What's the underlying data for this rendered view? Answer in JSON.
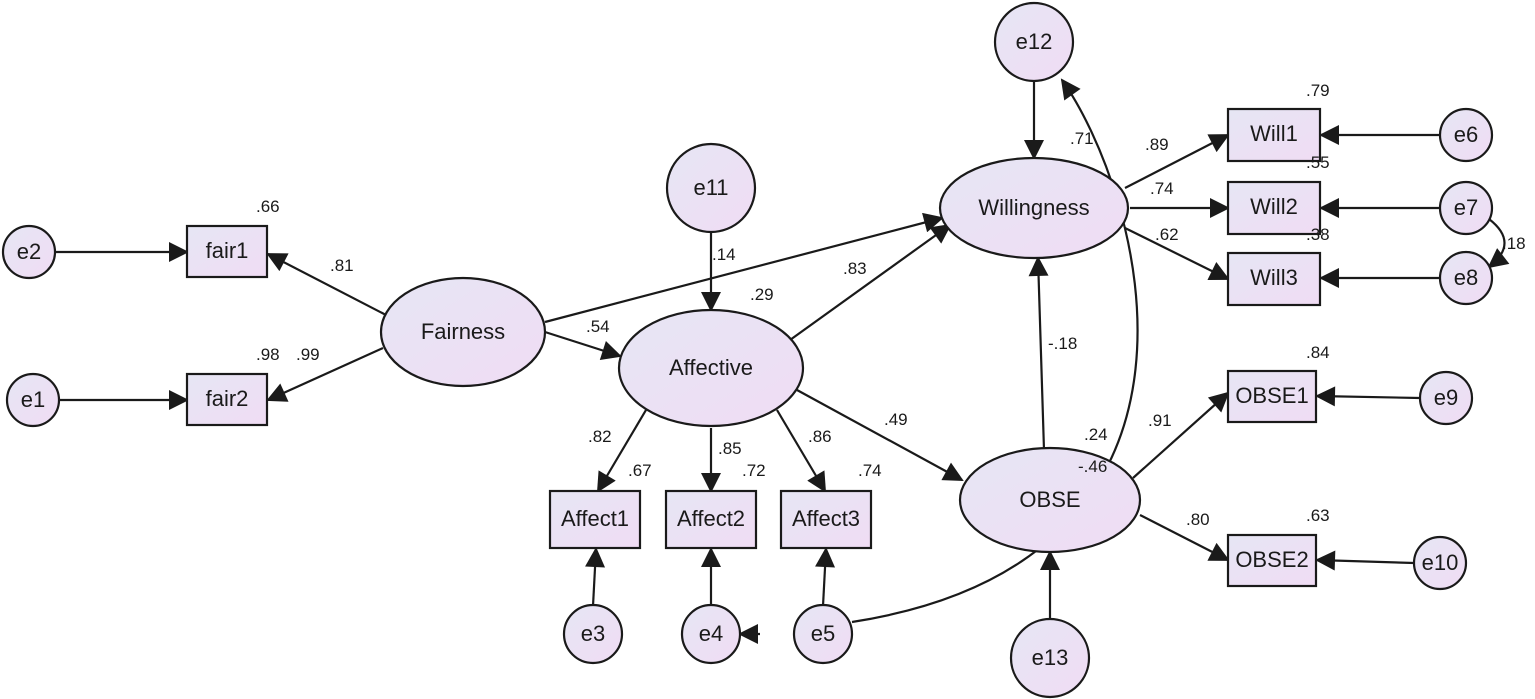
{
  "gradient": {
    "from": "#e6e6f4",
    "to": "#f0dcf4"
  },
  "stroke": "#1a1a1a",
  "latent": {
    "fairness": "Fairness",
    "affective": "Affective",
    "willingness": "Willingness",
    "obse": "OBSE"
  },
  "observed": {
    "fair1": "fair1",
    "fair2": "fair2",
    "affect1": "Affect1",
    "affect2": "Affect2",
    "affect3": "Affect3",
    "will1": "Will1",
    "will2": "Will2",
    "will3": "Will3",
    "obse1": "OBSE1",
    "obse2": "OBSE2"
  },
  "errors": {
    "e1": "e1",
    "e2": "e2",
    "e3": "e3",
    "e4": "e4",
    "e5": "e5",
    "e6": "e6",
    "e7": "e7",
    "e8": "e8",
    "e9": "e9",
    "e10": "e10",
    "e11": "e11",
    "e12": "e12",
    "e13": "e13"
  },
  "loadings": {
    "fairness_fair1": ".81",
    "fairness_fair2": ".99",
    "affective_affect1": ".82",
    "affective_affect2": ".85",
    "affective_affect3": ".86",
    "willingness_will1": ".89",
    "willingness_will2": ".74",
    "willingness_will3": ".62",
    "obse_obse1": ".91",
    "obse_obse2": ".80"
  },
  "paths": {
    "fairness_affective": ".54",
    "fairness_willingness": ".14",
    "affective_willingness": ".83",
    "affective_obse": ".49",
    "obse_willingness": "-.18"
  },
  "r_squared": {
    "fair1": ".66",
    "fair2": ".98",
    "affective": ".29",
    "affect1": ".67",
    "affect2": ".72",
    "affect3": ".74",
    "willingness": ".71",
    "will1": ".79",
    "will2": ".55",
    "will3": ".38",
    "obse": ".24",
    "obse1": ".84",
    "obse2": ".63"
  },
  "covariances": {
    "e7_e8": ".18",
    "e5_e12": "-.46"
  }
}
